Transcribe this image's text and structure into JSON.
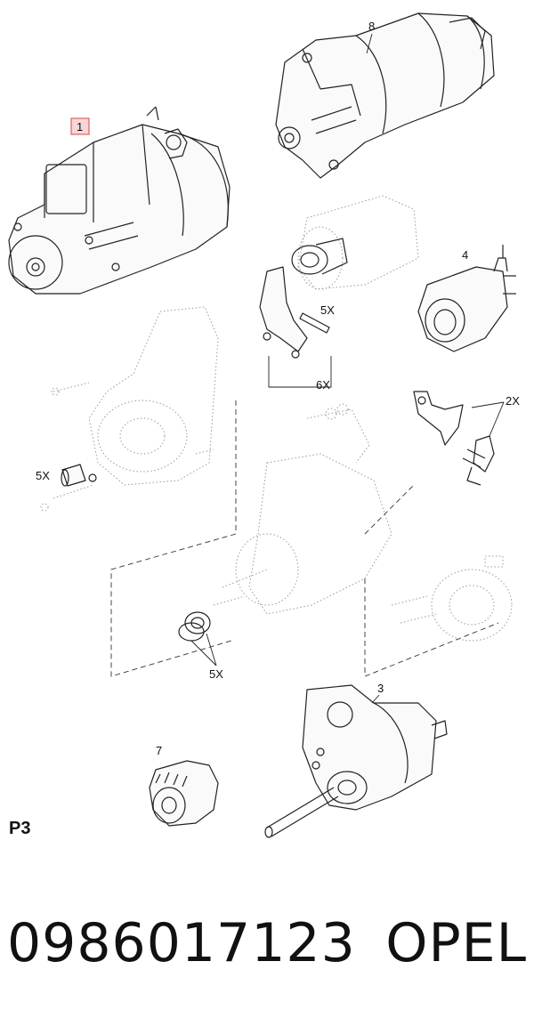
{
  "callouts": {
    "part_1": "1",
    "part_8": "8",
    "part_4": "4",
    "part_3": "3",
    "part_7": "7",
    "qty_5x_pin": "5X",
    "qty_6x_lever": "6X",
    "qty_2x_brush": "2X",
    "qty_5x_bushing": "5X",
    "qty_5x_ring": "5X"
  },
  "colors": {
    "highlight_box": "#e06060",
    "highlight_fill": "#f6d6d6"
  },
  "page_label": "P3",
  "footer": {
    "part_number": "0986017123",
    "brand": "OPEL"
  }
}
